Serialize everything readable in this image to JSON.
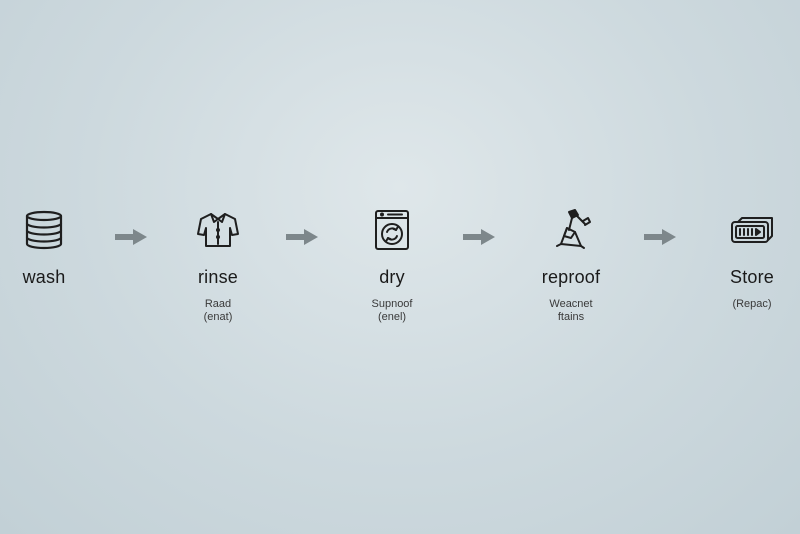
{
  "steps": [
    {
      "icon": "stack-icon",
      "title": "wash",
      "sub1": "",
      "sub2": ""
    },
    {
      "icon": "shirt-icon",
      "title": "rinse",
      "sub1": "Raad",
      "sub2": "(enat)"
    },
    {
      "icon": "washing-machine-icon",
      "title": "dry",
      "sub1": "Supnoof",
      "sub2": "(enel)"
    },
    {
      "icon": "brush-icon",
      "title": "reproof",
      "sub1": "Weacnet",
      "sub2": "ftains"
    },
    {
      "icon": "storage-box-icon",
      "title": "Store",
      "sub1": "(Repac)",
      "sub2": ""
    }
  ],
  "colors": {
    "arrow": "#7d878b",
    "icon_stroke": "#1f1f1f"
  }
}
